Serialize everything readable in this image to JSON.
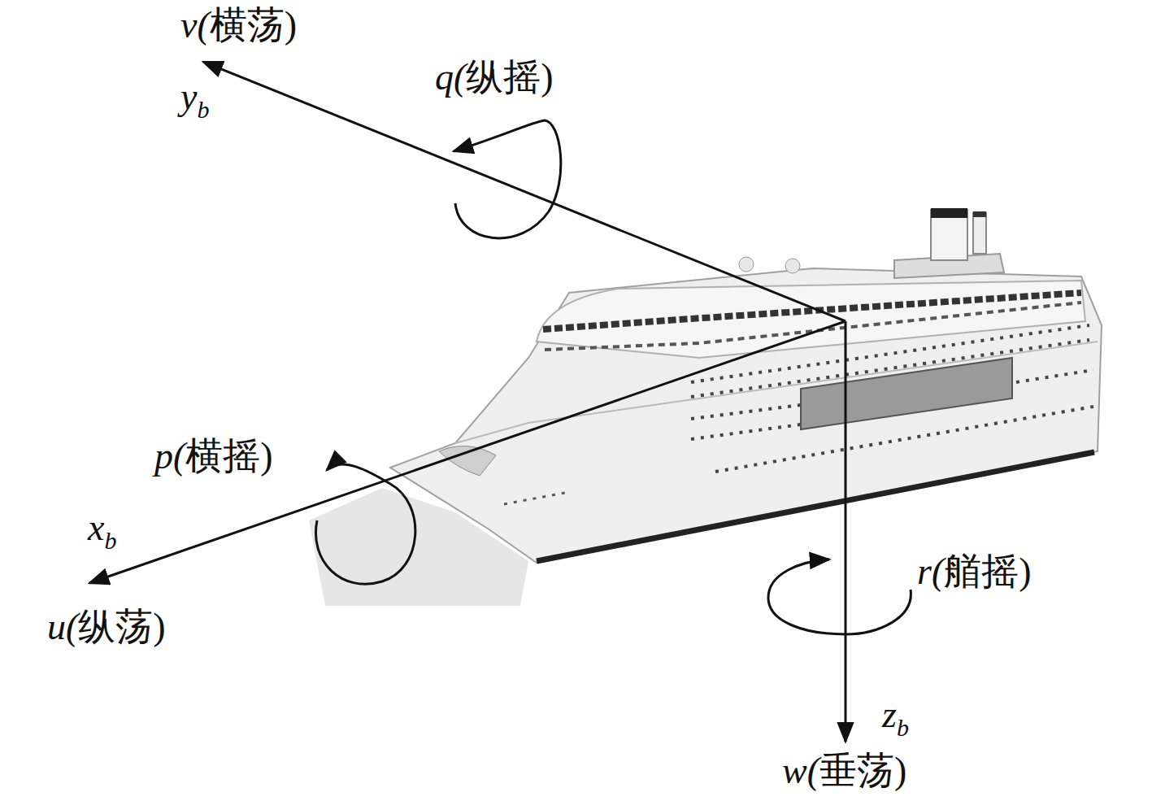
{
  "diagram": {
    "labels": [
      "v(横荡)",
      "yb",
      "q(纵摇)",
      "p(横摇)",
      "xb",
      "u(纵荡)",
      "r(艏摇)",
      "zb",
      "w(垂荡)"
    ]
  }
}
